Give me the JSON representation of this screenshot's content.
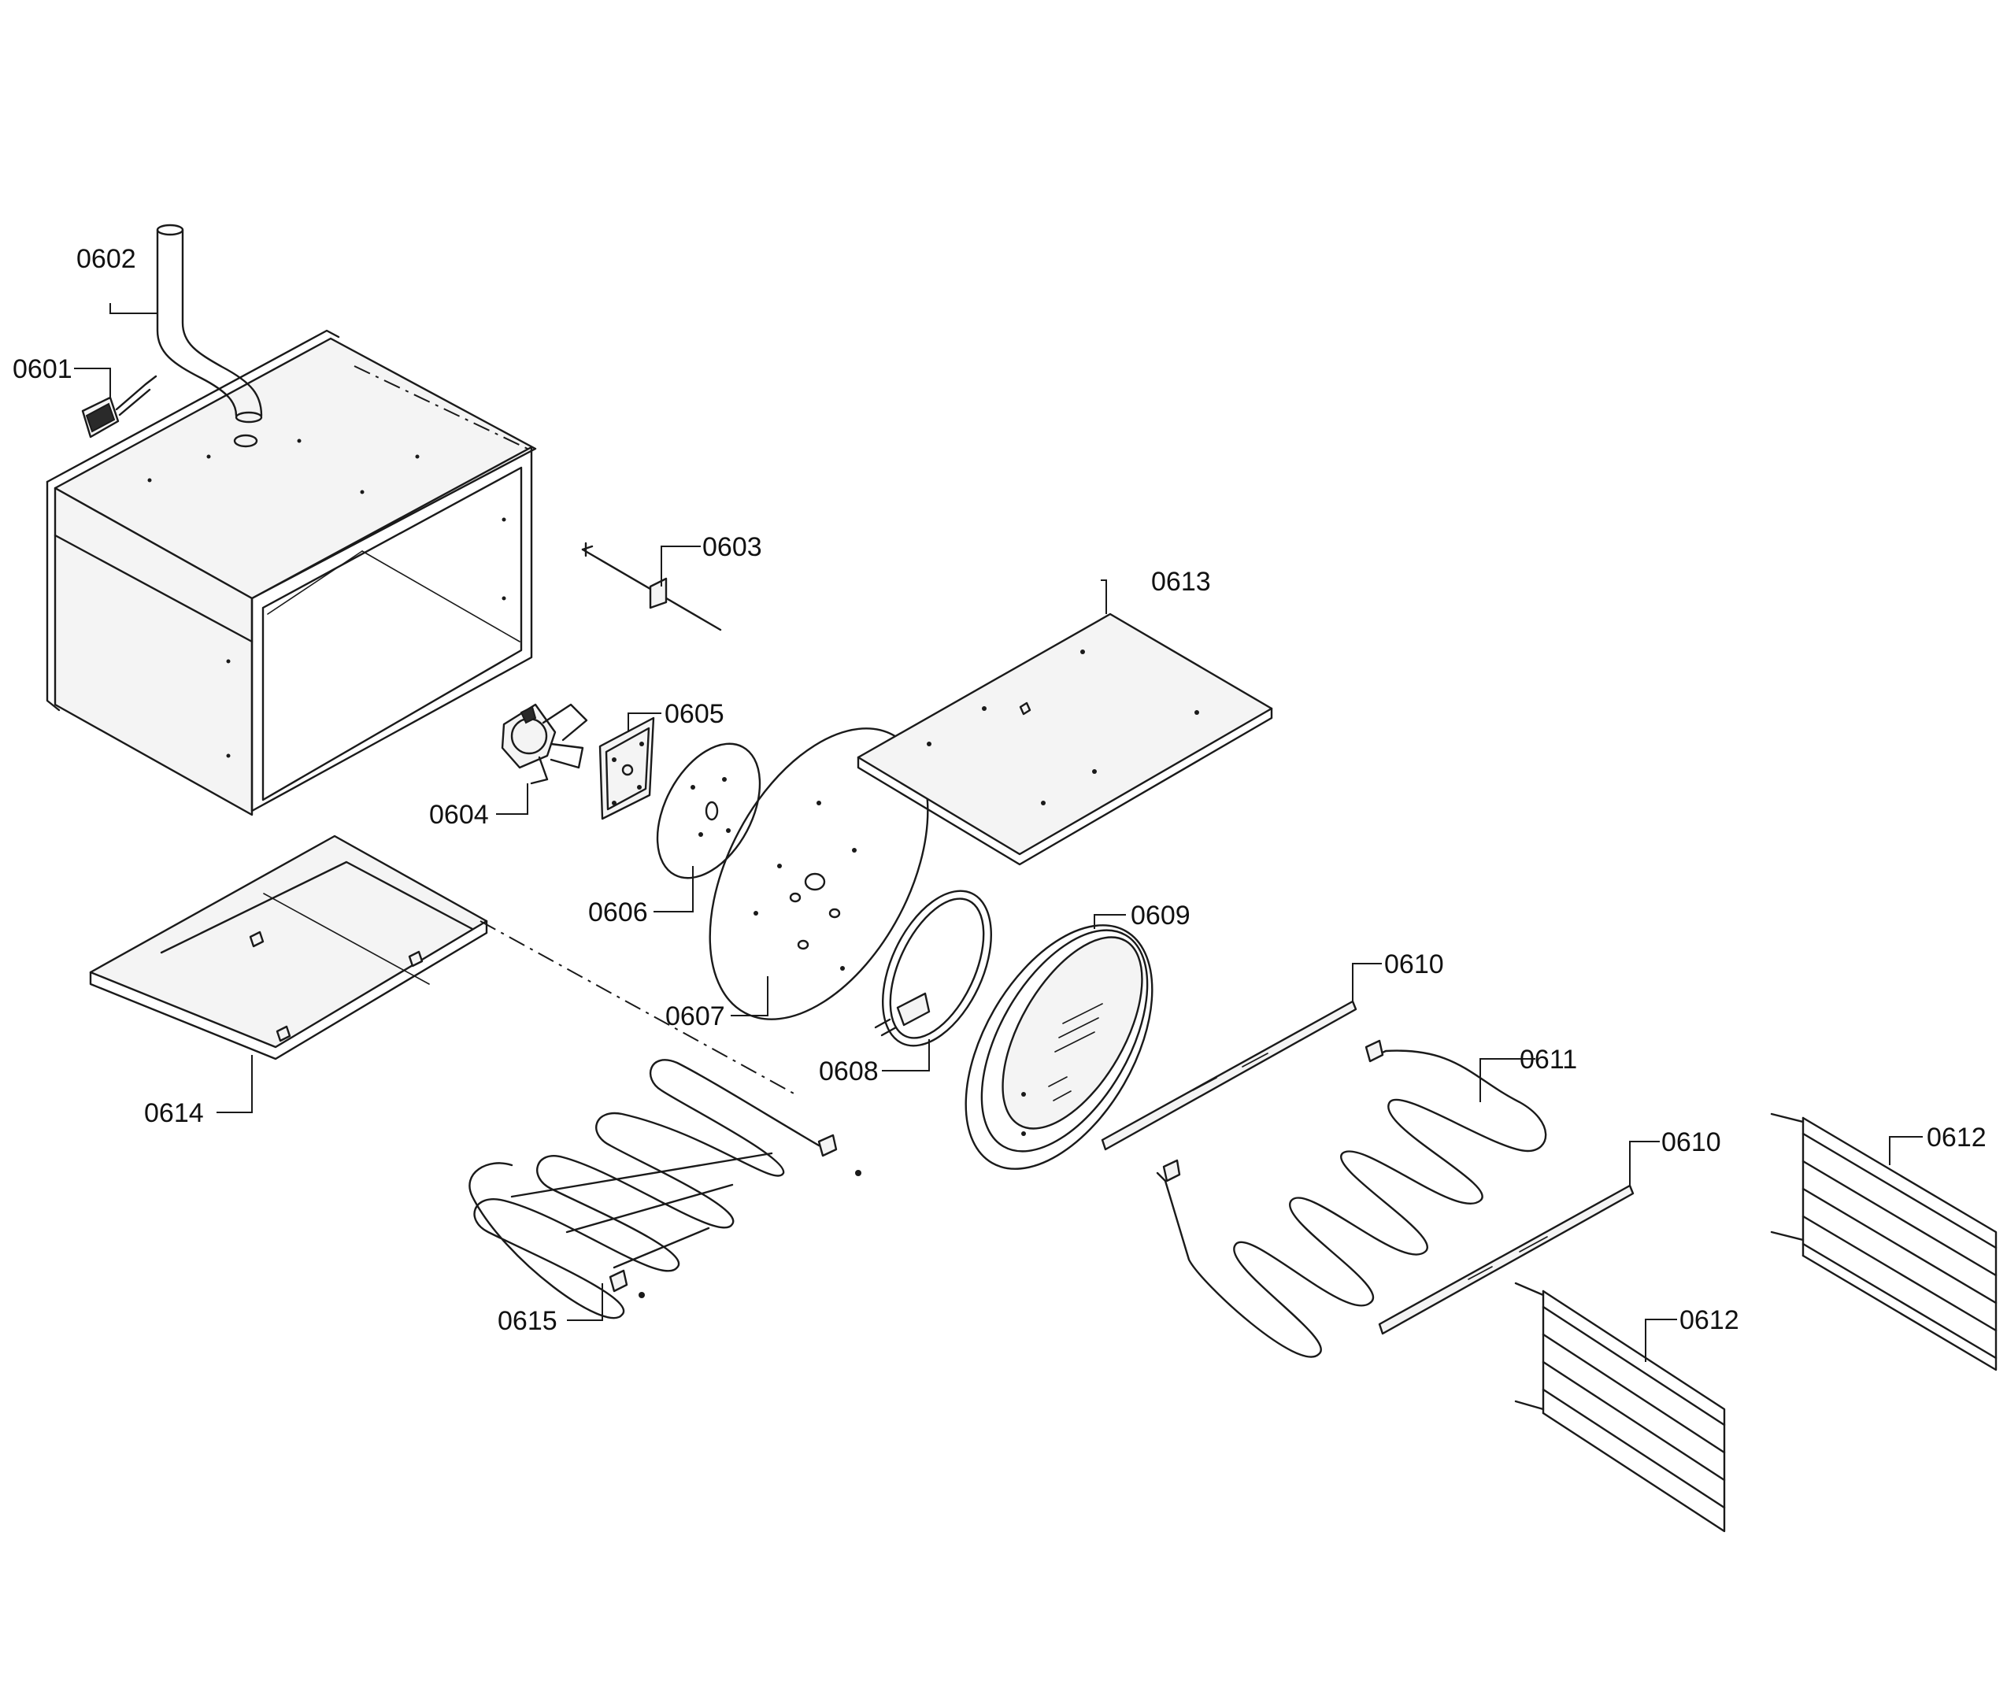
{
  "colors": {
    "line": "#1a1a1a",
    "background": "#ffffff"
  },
  "labels": {
    "p0601": "0601",
    "p0602": "0602",
    "p0603": "0603",
    "p0604": "0604",
    "p0605": "0605",
    "p0606": "0606",
    "p0607": "0607",
    "p0608": "0608",
    "p0609": "0609",
    "p0610a": "0610",
    "p0610b": "0610",
    "p0611": "0611",
    "p0612a": "0612",
    "p0612b": "0612",
    "p0613": "0613",
    "p0614": "0614",
    "p0615": "0615"
  }
}
